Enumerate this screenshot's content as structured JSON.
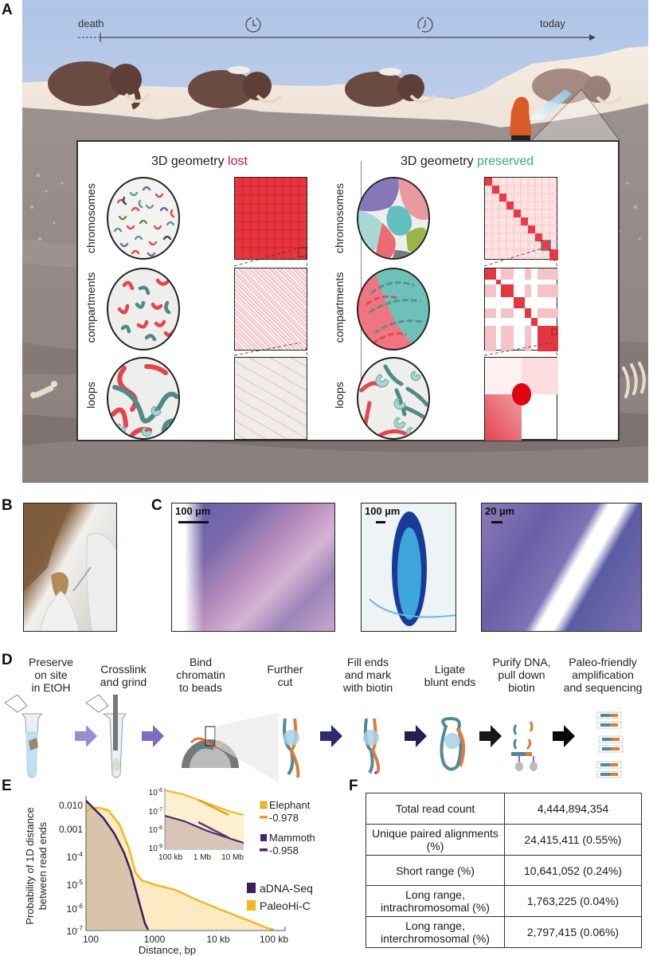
{
  "panels": {
    "A": {
      "letter": "A",
      "timeline": {
        "start_label": "death",
        "end_label": "today",
        "icons": [
          "clock-icon-early",
          "clock-icon-late"
        ]
      },
      "left_column": {
        "title_prefix": "3D geometry ",
        "title_highlight": "lost",
        "highlight_color": "#c0185a"
      },
      "right_column": {
        "title_prefix": "3D geometry ",
        "title_highlight": "preserved",
        "highlight_color": "#2bb07a"
      },
      "rows": [
        {
          "label": "chromosomes"
        },
        {
          "label": "compartments"
        },
        {
          "label": "loops"
        }
      ]
    },
    "B": {
      "letter": "B"
    },
    "C": {
      "letter": "C",
      "images": [
        {
          "scale": "100 µm"
        },
        {
          "scale": "100 µm"
        },
        {
          "scale": "20 µm"
        }
      ]
    },
    "D": {
      "letter": "D",
      "steps": [
        {
          "label": "Preserve\non site\nin EtOH"
        },
        {
          "label": "Crosslink\nand grind"
        },
        {
          "label": "Bind\nchromatin\nto beads"
        },
        {
          "label": "Further\ncut"
        },
        {
          "label": "Fill ends\nand mark\nwith biotin"
        },
        {
          "label": "Ligate\nblunt ends"
        },
        {
          "label": "Purify DNA,\npull down\nbiotin"
        },
        {
          "label": "Paleo-friendly\namplification\nand sequencing"
        }
      ],
      "arrow_colors": [
        "#8a7cc0",
        "#7a6ab8",
        "#2c2a6e",
        "#22204e",
        "#161522",
        "#0a0a0a"
      ]
    },
    "E": {
      "letter": "E"
    },
    "F": {
      "letter": "F",
      "rows": [
        {
          "label": "Total read count",
          "value": "4,444,894,354"
        },
        {
          "label": "Unique paired alignments (%)",
          "value": "24,415,411 (0.55%)"
        },
        {
          "label": "Short range (%)",
          "value": "10,641,052 (0.24%)"
        },
        {
          "label": "Long range, intrachromosomal (%)",
          "value": "1,763,225 (0.04%)"
        },
        {
          "label": "Long range, interchromosomal (%)",
          "value": "2,797,415 (0.06%)"
        }
      ]
    }
  },
  "chart_data": [
    {
      "type": "area",
      "panel": "E-main",
      "title": "",
      "xlabel": "Distance, bp",
      "ylabel": "Probability of 1D distance between read ends",
      "xscale": "log",
      "yscale": "log",
      "xlim": [
        80,
        120000
      ],
      "ylim": [
        1e-07,
        0.012
      ],
      "xticks": [
        "100",
        "1000",
        "10 kb",
        "100 kb"
      ],
      "yticks": [
        "0.010",
        "0.001",
        "10^-4",
        "10^-5",
        "10^-6",
        "10^-7"
      ],
      "legend": [
        {
          "name": "aDNA-Seq",
          "color": "#3b1f5c"
        },
        {
          "name": "PaleoHi-C",
          "color": "#f5b622"
        }
      ],
      "legend_position": "right",
      "series": [
        {
          "name": "aDNA-Seq",
          "color": "#3b1f5c",
          "x": [
            80,
            100,
            150,
            200,
            300,
            400,
            500,
            600,
            700,
            780
          ],
          "y": [
            0.008,
            0.005,
            0.0015,
            0.0005,
            0.00012,
            3e-05,
            8e-06,
            2e-06,
            4e-07,
            1e-07
          ]
        },
        {
          "name": "PaleoHi-C",
          "color": "#f5b622",
          "x": [
            80,
            100,
            130,
            170,
            250,
            350,
            500,
            650,
            1000,
            2500,
            5000,
            10000,
            20000,
            50000,
            80000
          ],
          "y": [
            0.004,
            0.005,
            0.005,
            0.004,
            0.0015,
            0.0003,
            4e-05,
            1e-05,
            6e-06,
            3e-06,
            1.2e-06,
            6e-07,
            3e-07,
            1.3e-07,
            1e-07
          ]
        }
      ]
    },
    {
      "type": "area",
      "panel": "E-inset",
      "xscale": "log",
      "yscale": "log",
      "xticks": [
        "100 kb",
        "1 Mb",
        "10 Mb"
      ],
      "yticks": [
        "10^-6",
        "10^-7",
        "10^-8",
        "10^-9"
      ],
      "xlim": [
        100000,
        25000000
      ],
      "ylim": [
        5e-10,
        1.5e-06
      ],
      "legend": [
        {
          "name": "Elephant",
          "slope": "-0.978",
          "color": "#e8a31a"
        },
        {
          "name": "Mammoth",
          "slope": "-0.958",
          "color": "#4a2470"
        }
      ],
      "series": [
        {
          "name": "Elephant",
          "color": "#f5b622",
          "x": [
            100000,
            300000,
            1000000,
            3000000,
            10000000,
            25000000
          ],
          "y": [
            1.3e-06,
            7e-07,
            2.8e-07,
            1.1e-07,
            4e-08,
            2.2e-08
          ]
        },
        {
          "name": "Mammoth",
          "color": "#4a2470",
          "x": [
            100000,
            300000,
            1000000,
            3000000,
            10000000,
            25000000
          ],
          "y": [
            5e-08,
            2.5e-08,
            1.2e-08,
            4e-09,
            1.8e-09,
            1.2e-09
          ]
        }
      ],
      "fit_slopes": {
        "Elephant": -0.978,
        "Mammoth": -0.958
      }
    }
  ]
}
